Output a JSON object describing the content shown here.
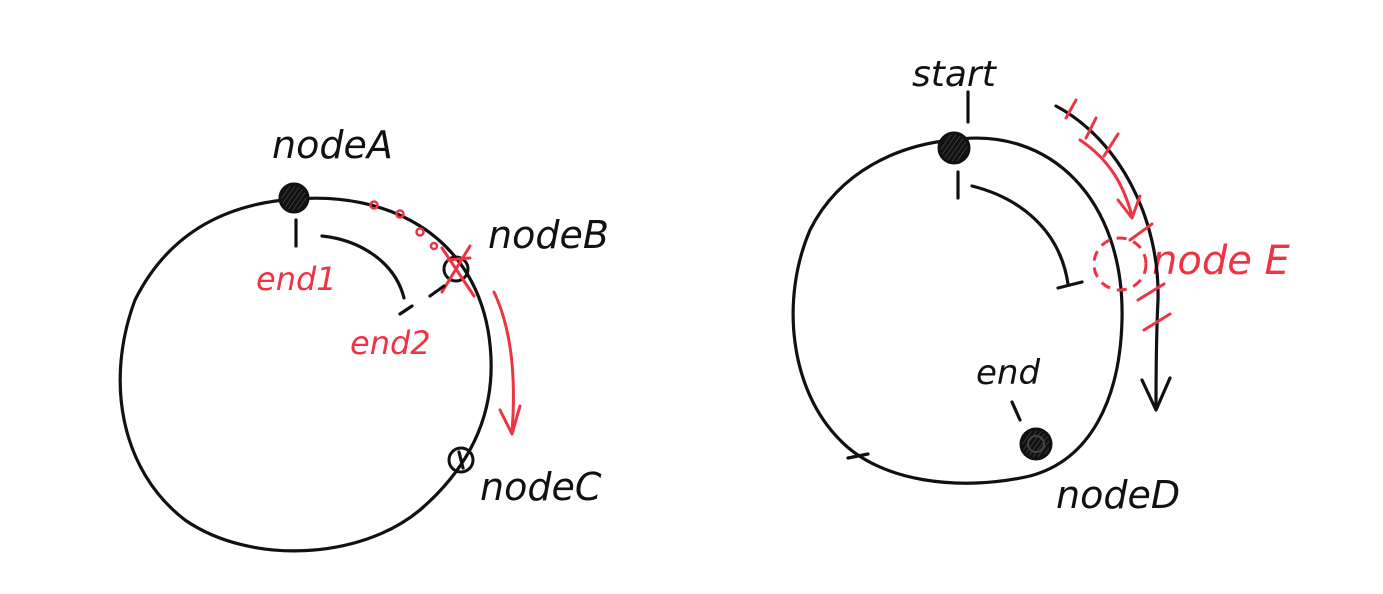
{
  "colors": {
    "ink": "#111111",
    "accent": "#ee3344"
  },
  "left_diagram": {
    "nodes": [
      {
        "label": "nodeA",
        "removed": false
      },
      {
        "label": "nodeB",
        "removed": true
      },
      {
        "label": "nodeC",
        "removed": false
      }
    ],
    "markers": [
      {
        "label": "end1"
      },
      {
        "label": "end2"
      }
    ]
  },
  "right_diagram": {
    "nodes": [
      {
        "label": "nodeD",
        "added": false
      },
      {
        "label": "node E",
        "added": true
      }
    ],
    "markers": [
      {
        "label": "start"
      },
      {
        "label": "end"
      }
    ]
  }
}
